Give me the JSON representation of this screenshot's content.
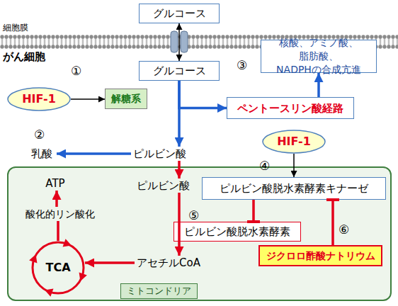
{
  "diagram": {
    "nodes": [
      {
        "text": [
          "グルコース"
        ]
      },
      {
        "text": [
          "グルコース"
        ]
      },
      {
        "text": [
          "核酸、アミノ酸、脂肪酸、 NADPHの合成亢進"
        ]
      },
      {
        "text": [
          "HIF-1"
        ]
      },
      {
        "text": [
          "解糖系"
        ]
      },
      {
        "text": [
          "ペントースリン酸経路"
        ]
      },
      {
        "text": [
          "HIF-1"
        ]
      },
      {
        "text": [
          "乳酸"
        ]
      },
      {
        "text": [
          "ピルビン酸"
        ]
      },
      {
        "text": [
          "ミトコンドリア"
        ]
      },
      {
        "text": [
          "ATP"
        ],
        "in": 9
      },
      {
        "text": [
          "ピルビン酸"
        ],
        "in": 9
      },
      {
        "text": [
          "ピルビン酸脱水素酵素キナーゼ"
        ],
        "in": 9
      },
      {
        "text": [
          "酸化的リン酸化"
        ],
        "in": 9
      },
      {
        "text": [
          "ピルビン酸脱水素酵素"
        ],
        "in": 9
      },
      {
        "text": [
          "ジクロロ酢酸ナトリウム"
        ],
        "in": 9
      },
      {
        "text": [
          "アセチルCoA"
        ],
        "in": 9
      },
      {
        "text": [
          "TCA"
        ],
        "in": 9
      }
    ],
    "edges": [
      {
        "from": 0,
        "to": 1,
        "arrow": "both"
      },
      {
        "from": 3,
        "to": 4,
        "arrow": "to"
      },
      {
        "from": 1,
        "to": 8,
        "arrow": "to"
      },
      {
        "from": 1,
        "to": 5,
        "arrow": "to"
      },
      {
        "from": 5,
        "to": 2,
        "arrow": "to"
      },
      {
        "from": 8,
        "to": 7,
        "arrow": "to"
      },
      {
        "from": 6,
        "to": 12,
        "arrow": "to"
      },
      {
        "from": 8,
        "to": 11,
        "arrow": "to"
      },
      {
        "from": 11,
        "to": 16,
        "arrow": "to"
      },
      {
        "from": 16,
        "to": 17,
        "arrow": "to"
      },
      {
        "from": 17,
        "to": 13,
        "arrow": "none"
      },
      {
        "from": 13,
        "to": 10,
        "arrow": "to"
      },
      {
        "from": 12,
        "to": 14,
        "arrow": "to"
      },
      {
        "from": 15,
        "to": 12,
        "arrow": "to"
      }
    ],
    "labels": [
      "細胞膜",
      "がん細胞",
      "①",
      "②",
      "③",
      "④",
      "⑤",
      "⑥"
    ]
  }
}
